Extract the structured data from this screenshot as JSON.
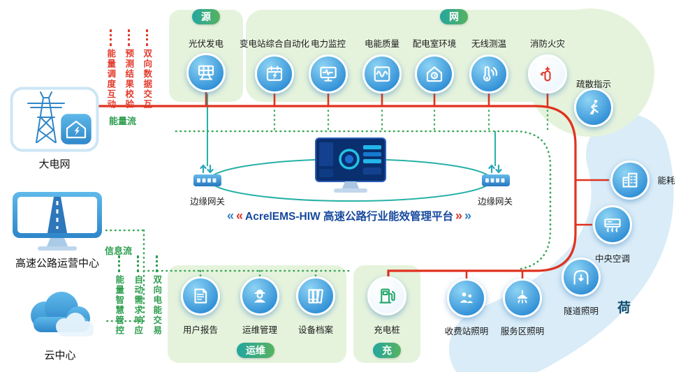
{
  "title": {
    "text": "AcrelEMS-HIW 高速公路行业能效管理平台",
    "left_mark": "«",
    "right_mark": "»"
  },
  "flows": {
    "energy": "能量流",
    "info": "信息流"
  },
  "left_column": {
    "grid": {
      "label": "大电网"
    },
    "ops_center": {
      "label": "高速公路运营中心"
    },
    "cloud": {
      "label": "云中心"
    }
  },
  "vertical_notes": {
    "top": [
      "能量调度互动",
      "预测结果校验",
      "双向数据交互"
    ],
    "bottom": [
      "能量智慧管控",
      "自动需求响应",
      "双向电能交易"
    ]
  },
  "gateways": {
    "left": "边缘网关",
    "right": "边缘网关"
  },
  "sections": {
    "source": {
      "badge": "源",
      "items": [
        {
          "label": "光伏发电",
          "icon": "solar-panel"
        }
      ]
    },
    "grid": {
      "badge": "网",
      "items": [
        {
          "label": "变电站综合自动化",
          "icon": "substation-automation"
        },
        {
          "label": "电力监控",
          "icon": "power-monitoring"
        },
        {
          "label": "电能质量",
          "icon": "power-quality"
        },
        {
          "label": "配电室环境",
          "icon": "distribution-room-env"
        },
        {
          "label": "无线测温",
          "icon": "wireless-temperature"
        },
        {
          "label": "消防火灾",
          "icon": "fire-extinguisher"
        },
        {
          "label": "疏散指示",
          "icon": "evacuation-sign"
        }
      ]
    },
    "load": {
      "badge": "荷",
      "items": [
        {
          "label": "能耗",
          "icon": "energy-consumption"
        },
        {
          "label": "中央空调",
          "icon": "central-ac"
        },
        {
          "label": "隧道照明",
          "icon": "tunnel-lighting"
        },
        {
          "label": "收费站照明",
          "icon": "toll-station-lighting"
        },
        {
          "label": "服务区照明",
          "icon": "service-area-lighting"
        }
      ]
    },
    "ops": {
      "badge": "运维",
      "items": [
        {
          "label": "用户报告",
          "icon": "user-report"
        },
        {
          "label": "运维管理",
          "icon": "om-management"
        },
        {
          "label": "设备档案",
          "icon": "equipment-archive"
        }
      ]
    },
    "charge": {
      "badge": "充",
      "items": [
        {
          "label": "充电桩",
          "icon": "ev-charger"
        }
      ]
    }
  },
  "colors": {
    "energy_line": "#e0321f",
    "info_line": "#3aa857",
    "gateway_teal": "#27b1a6",
    "device_blue": "#2f8fd6",
    "panel_green": "#e5f3dd",
    "load_blue": "#d9ecf8"
  }
}
